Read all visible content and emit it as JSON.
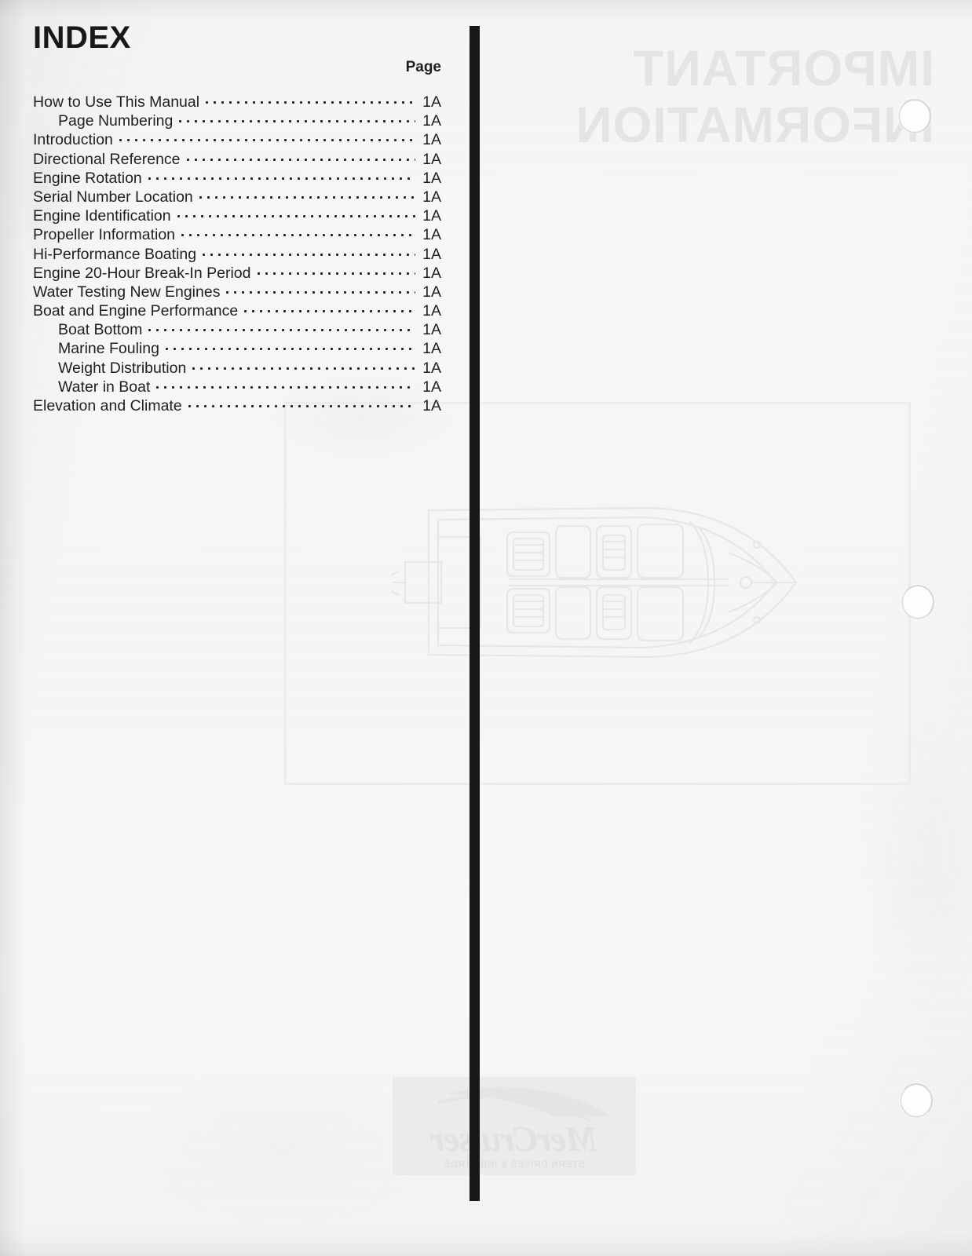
{
  "document": {
    "title": "INDEX",
    "page_column_header": "Page"
  },
  "index": {
    "entries": [
      {
        "label": "How to Use This Manual",
        "page": "1A",
        "level": 0
      },
      {
        "label": "Page Numbering",
        "page": "1A",
        "level": 1
      },
      {
        "label": "Introduction",
        "page": "1A",
        "level": 0
      },
      {
        "label": "Directional Reference",
        "page": "1A",
        "level": 0
      },
      {
        "label": "Engine Rotation",
        "page": "1A",
        "level": 0
      },
      {
        "label": "Serial Number Location",
        "page": "1A",
        "level": 0
      },
      {
        "label": "Engine Identification",
        "page": "1A",
        "level": 0
      },
      {
        "label": "Propeller Information",
        "page": "1A",
        "level": 0
      },
      {
        "label": "Hi-Performance Boating",
        "page": "1A",
        "level": 0
      },
      {
        "label": "Engine 20-Hour Break-In Period",
        "page": "1A",
        "level": 0
      },
      {
        "label": "Water Testing New Engines",
        "page": "1A",
        "level": 0
      },
      {
        "label": "Boat and Engine Performance",
        "page": "1A",
        "level": 0
      },
      {
        "label": "Boat Bottom",
        "page": "1A",
        "level": 1
      },
      {
        "label": "Marine Fouling",
        "page": "1A",
        "level": 1
      },
      {
        "label": "Weight Distribution",
        "page": "1A",
        "level": 1
      },
      {
        "label": "Water in Boat",
        "page": "1A",
        "level": 1
      },
      {
        "label": "Elevation and Climate",
        "page": "1A",
        "level": 0
      }
    ]
  },
  "bleed_through": {
    "heading_line_1": "IMPORTANT",
    "heading_line_2": "INFORMATION",
    "logo_wordmark": "MerCruiser",
    "logo_tagline": "STERN DRIVES & INBOARDS"
  },
  "colors": {
    "paper": "#f6f6f5",
    "ink": "#1f1f1f",
    "binder_bar": "#17171a",
    "bleed_ink": "#e3e3e4"
  }
}
